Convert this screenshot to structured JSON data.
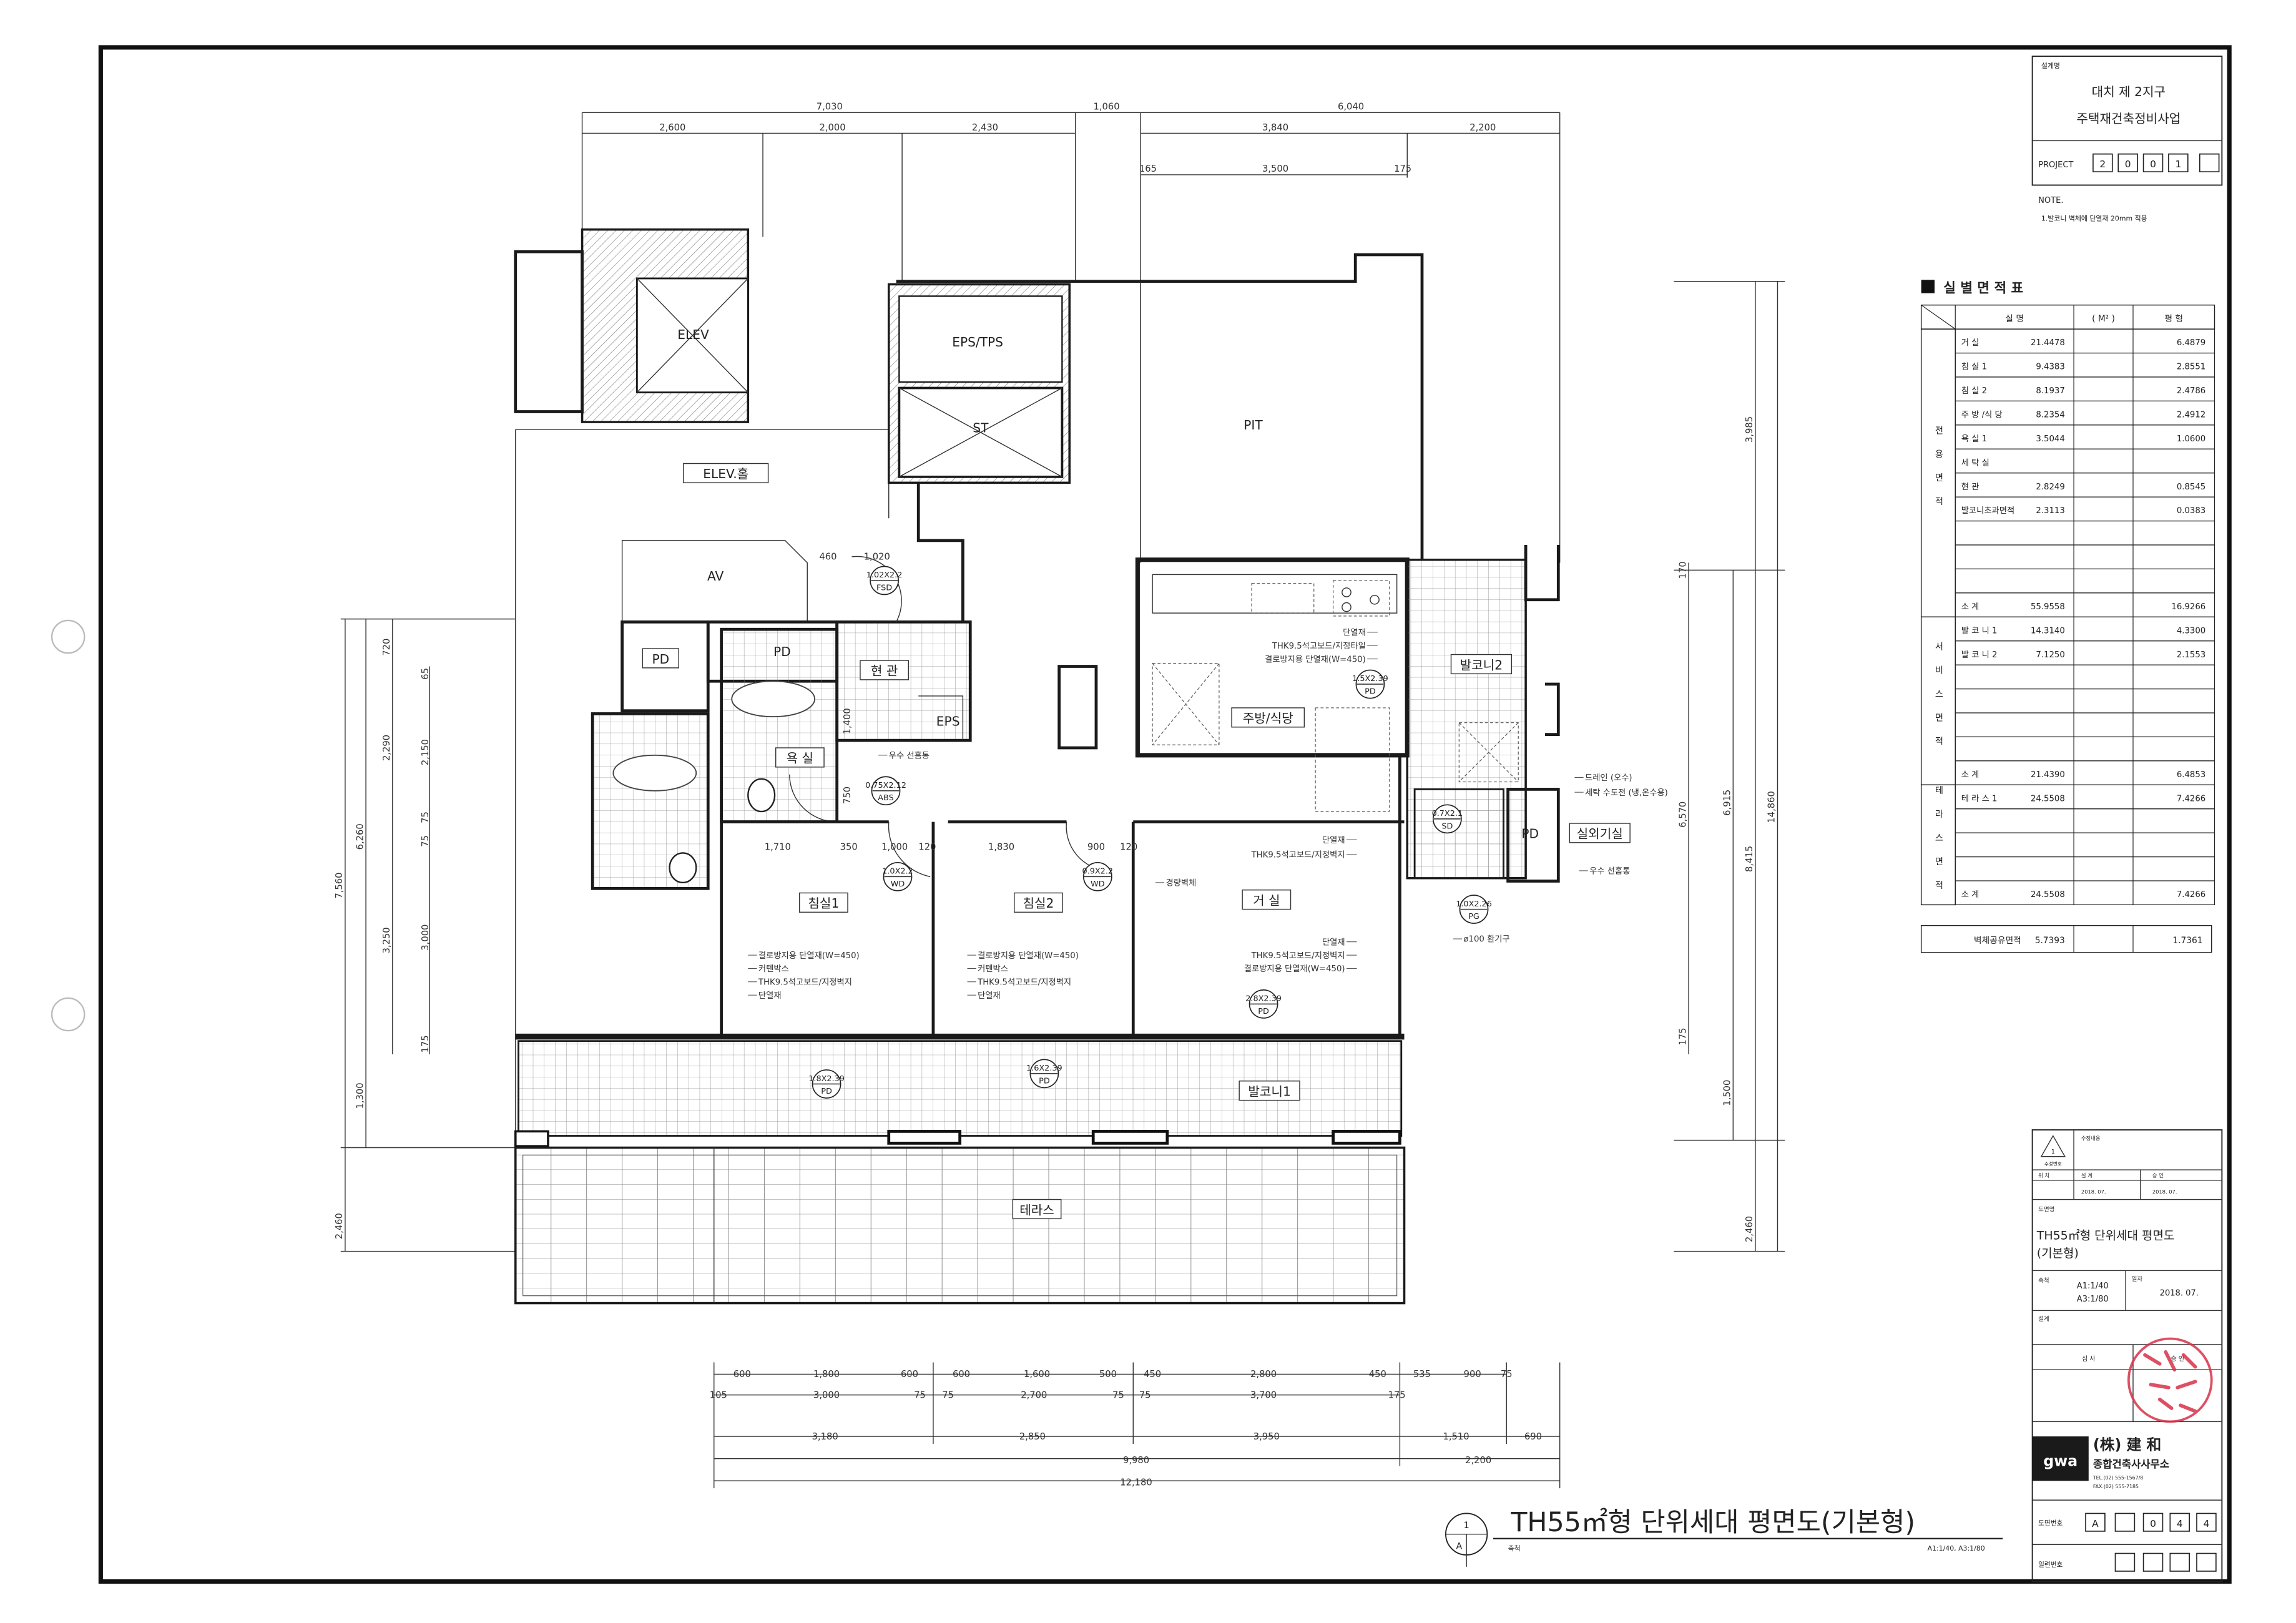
{
  "title_block": {
    "project_label": "설계명",
    "project_name_1": "대치 제 2지구",
    "project_name_2": "주택재건축정비사업",
    "project_no_label": "PROJECT",
    "project_no": [
      "2",
      "0",
      "0",
      "1",
      ""
    ],
    "note_title": "NOTE.",
    "note_1": "1.발코니 벽체에 단열재 20mm 적용",
    "revision": {
      "number": "1",
      "number_label": "수정번호",
      "content_label": "수정내용",
      "location_label": "위   치",
      "design_label": "설 계",
      "approve_label": "승 인",
      "design_date": "2018. 07.",
      "approve_date": "2018. 07."
    },
    "drawing_name_label": "도면명",
    "drawing_name": "TH55㎡형 단위세대 평면도",
    "drawing_name_2": "(기본형)",
    "scale_label": "축척",
    "scale_1": "A1:1/40",
    "scale_2": "A3:1/80",
    "date_label": "일자",
    "date": "2018. 07.",
    "design_label": "설계",
    "review_label": "심  사",
    "approval_label": "승  인",
    "company_logo": "gwa",
    "company_name": "(株) 建  和",
    "company_type": "종합건축사사무소",
    "tel": "TEL.(02) 555-1567/8",
    "fax": "FAX.(02) 555-7185",
    "drawing_no_label": "도면번호",
    "drawing_no": [
      "A",
      "",
      "0",
      "4",
      "4"
    ],
    "serial_no_label": "일련번호",
    "serial_no": [
      "",
      "",
      "",
      ""
    ],
    "stamp_color": "#d8324a"
  },
  "area_table": {
    "title": "실 별 면 적 표",
    "headers": [
      "실          명",
      "(   M²   )",
      "평       형"
    ],
    "sections": [
      {
        "label": "전용면적",
        "rows": [
          [
            "거          실",
            "21.4478",
            "6.4879"
          ],
          [
            "침    실    1",
            "9.4383",
            "2.8551"
          ],
          [
            "침    실    2",
            "8.1937",
            "2.4786"
          ],
          [
            "주 방 /식 당",
            "8.2354",
            "2.4912"
          ],
          [
            "욕    실    1",
            "3.5044",
            "1.0600"
          ],
          [
            "세    탁    실",
            "",
            ""
          ],
          [
            "현          관",
            "2.8249",
            "0.8545"
          ],
          [
            "발코니초과면적",
            "2.3113",
            "0.0383"
          ],
          [
            "",
            "",
            ""
          ],
          [
            "",
            "",
            ""
          ],
          [
            "",
            "",
            ""
          ]
        ],
        "subtotal": [
          "소          계",
          "55.9558",
          "16.9266"
        ]
      },
      {
        "label": "서비스면적",
        "rows": [
          [
            "발 코 니   1",
            "14.3140",
            "4.3300"
          ],
          [
            "발 코 니   2",
            "7.1250",
            "2.1553"
          ],
          [
            "",
            "",
            ""
          ],
          [
            "",
            "",
            ""
          ],
          [
            "",
            "",
            ""
          ],
          [
            "",
            "",
            ""
          ]
        ],
        "subtotal": [
          "소          계",
          "21.4390",
          "6.4853"
        ]
      },
      {
        "label": "테라스면적",
        "rows": [
          [
            "테 라 스   1",
            "24.5508",
            "7.4266"
          ],
          [
            "",
            "",
            ""
          ],
          [
            "",
            "",
            ""
          ],
          [
            "",
            "",
            ""
          ]
        ],
        "subtotal": [
          "소          계",
          "24.5508",
          "7.4266"
        ]
      }
    ],
    "shared": [
      "벽체공유면적",
      "5.7393",
      "1.7361"
    ]
  },
  "plan": {
    "rooms": [
      "ELEV",
      "ELEV.홀",
      "EPS/TPS",
      "ST",
      "PIT",
      "AV",
      "PD",
      "PD",
      "현 관",
      "EPS",
      "욕 실",
      "주방/식당",
      "발코니2",
      "PD",
      "실외기실",
      "침실1",
      "침실2",
      "거 실",
      "발코니1",
      "테라스"
    ],
    "door_tags": [
      {
        "size": "1.02X2.2",
        "type": "FSD"
      },
      {
        "size": "0.75X2.12",
        "type": "ABS"
      },
      {
        "size": "1.0X2.2",
        "type": "WD"
      },
      {
        "size": "0.9X2.2",
        "type": "WD"
      },
      {
        "size": "1.5X2.39",
        "type": "PD"
      },
      {
        "size": "0.7X2.1",
        "type": "SD"
      },
      {
        "size": "1.0X2.26",
        "type": "PG"
      },
      {
        "size": "2.8X2.39",
        "type": "PD"
      },
      {
        "size": "1.8X2.39",
        "type": "PD"
      },
      {
        "size": "1.6X2.39",
        "type": "PD"
      }
    ],
    "notes": [
      "단열재",
      "THK9.5석고보드/지정타일",
      "결로방지용 단열재(W=450)",
      "우수 선홈통",
      "드레인 (오수)",
      "세탁 수도전 (냉,온수용)",
      "경량벽체",
      "단열재",
      "THK9.5석고보드/지정벽지",
      "우수 선홈통",
      "ø100 환기구",
      "결로방지용 단열재(W=450)",
      "커텐박스",
      "THK9.5석고보드/지정벽지",
      "단열재",
      "결로방지용 단열재(W=450)",
      "커텐박스",
      "THK9.5석고보드/지정벽지",
      "단열재",
      "단열재",
      "THK9.5석고보드/지정벽지",
      "결로방지용 단열재(W=450)"
    ],
    "dimensions": {
      "top": [
        "7,030",
        "1,060",
        "6,040",
        "2,600",
        "2,000",
        "2,430",
        "3,840",
        "2,200",
        "165",
        "3,500",
        "175"
      ],
      "bottom": [
        "600",
        "1,800",
        "600",
        "600",
        "1,600",
        "500",
        "450",
        "2,800",
        "450",
        "535",
        "900",
        "75",
        "105",
        "3,000",
        "75",
        "75",
        "2,700",
        "75",
        "75",
        "3,700",
        "175",
        "3,180",
        "2,850",
        "3,950",
        "1,510",
        "690",
        "9,980",
        "2,200",
        "12,180"
      ],
      "left": [
        "720",
        "2,290",
        "3,250",
        "6,260",
        "1,300",
        "7,560",
        "2,460",
        "65",
        "2,150",
        "75",
        "75",
        "3,000",
        "175"
      ],
      "right": [
        "3,985",
        "8,415",
        "2,460",
        "14,860",
        "6,915",
        "1,500",
        "170",
        "6,570",
        "175"
      ],
      "interior": [
        "1,710",
        "350",
        "1,000",
        "1,830",
        "900",
        "460",
        "1,020",
        "1,400",
        "750",
        "120",
        "120"
      ]
    },
    "title_index": "1",
    "title_sheet": "A",
    "title": "TH55㎡형 단위세대 평면도(기본형)",
    "title_scale_label": "축척",
    "title_scale": "A1:1/40, A3:1/80"
  }
}
